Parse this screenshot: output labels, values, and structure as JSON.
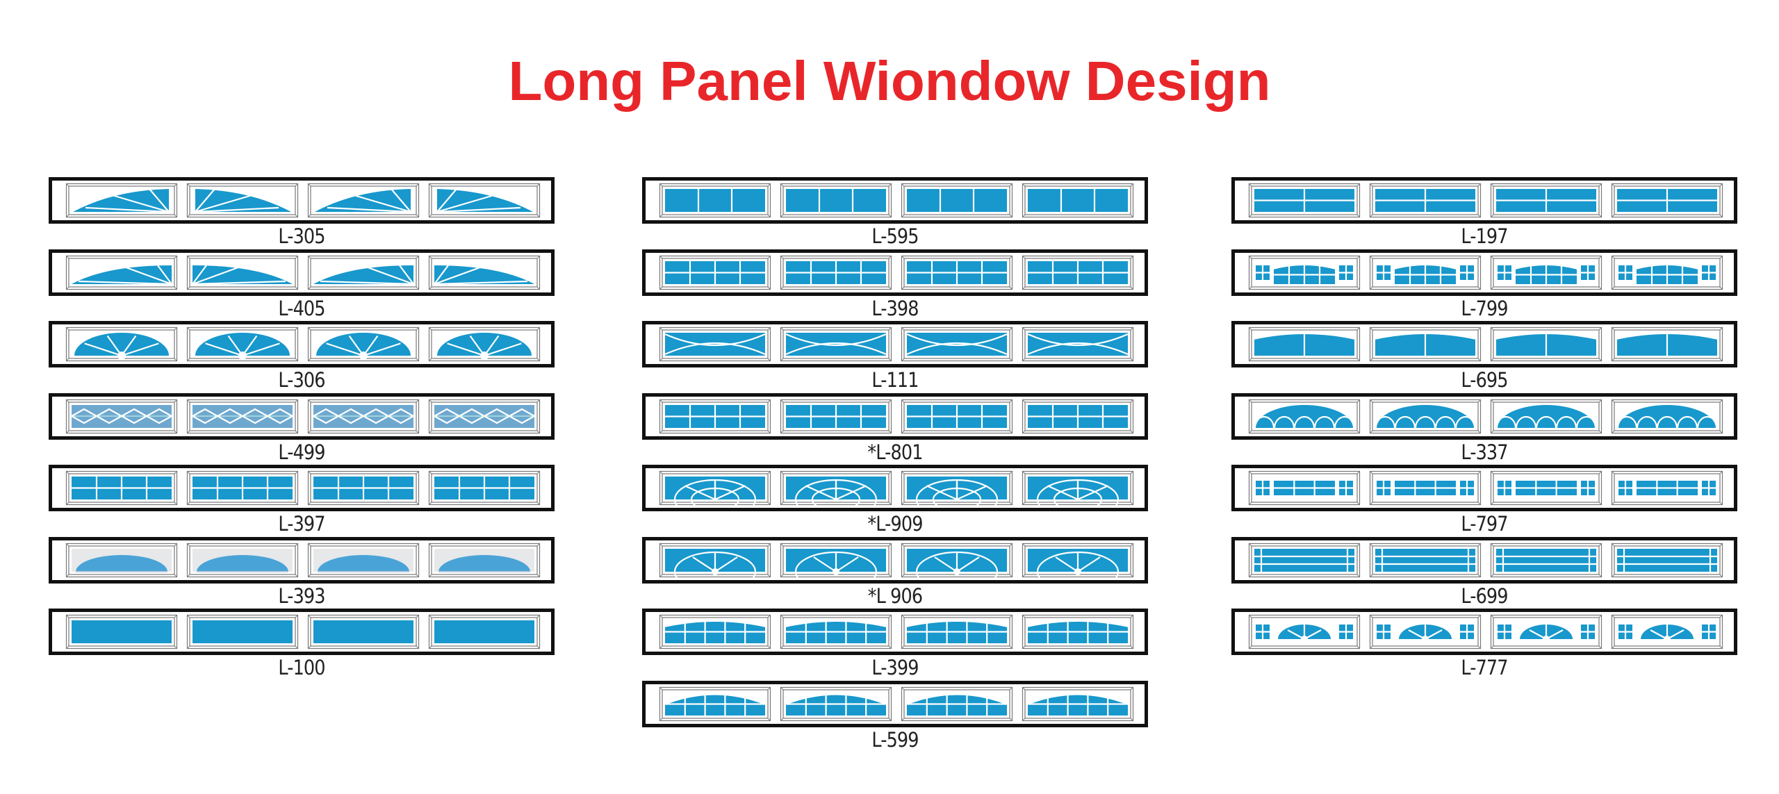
{
  "title": "Long Panel Wiondow Design",
  "colors": {
    "title": "#e8262a",
    "glass": "#1898cc",
    "frame": "#111111"
  },
  "columns": [
    {
      "items": [
        {
          "label": "L-305",
          "pattern": "fan"
        },
        {
          "label": "L-405",
          "pattern": "fan-flat"
        },
        {
          "label": "L-306",
          "pattern": "dome-spokes"
        },
        {
          "label": "L-499",
          "pattern": "diamond"
        },
        {
          "label": "L-397",
          "pattern": "grid-4x2"
        },
        {
          "label": "L-393",
          "pattern": "dome-solid"
        },
        {
          "label": "L-100",
          "pattern": "plain"
        }
      ]
    },
    {
      "items": [
        {
          "label": "L-595",
          "pattern": "grid-3x1"
        },
        {
          "label": "L-398",
          "pattern": "grid-4x2"
        },
        {
          "label": "L-111",
          "pattern": "x-curve"
        },
        {
          "label": "*L-801",
          "pattern": "grid-4x2b"
        },
        {
          "label": "*L-909",
          "pattern": "sun-double"
        },
        {
          "label": "*L 906",
          "pattern": "sun-single"
        },
        {
          "label": "L-399",
          "pattern": "arch-grid"
        },
        {
          "label": "L-599",
          "pattern": "arch-grid-low"
        }
      ]
    },
    {
      "items": [
        {
          "label": "L-197",
          "pattern": "grid-2x2"
        },
        {
          "label": "L-799",
          "pattern": "side-arch"
        },
        {
          "label": "L-695",
          "pattern": "arch-plain"
        },
        {
          "label": "L-337",
          "pattern": "scallop"
        },
        {
          "label": "L-797",
          "pattern": "side-grid"
        },
        {
          "label": "L-699",
          "pattern": "bars"
        },
        {
          "label": "L-777",
          "pattern": "side-dome"
        }
      ]
    }
  ]
}
